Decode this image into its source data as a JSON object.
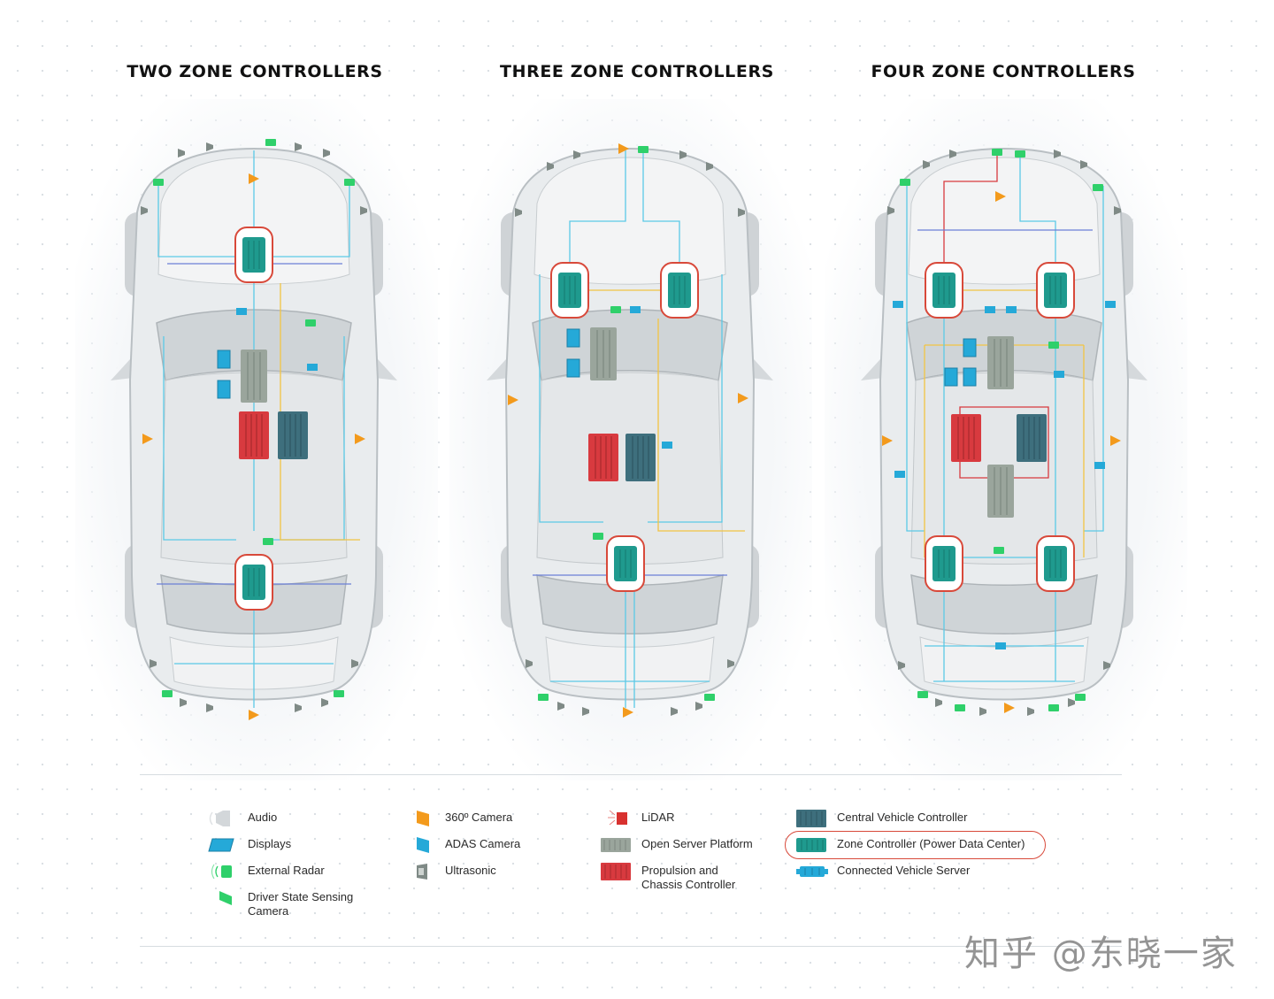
{
  "panels": [
    {
      "title": "TWO ZONE CONTROLLERS",
      "zone_count": 2
    },
    {
      "title": "THREE ZONE CONTROLLERS",
      "zone_count": 3
    },
    {
      "title": "FOUR ZONE CONTROLLERS",
      "zone_count": 4
    }
  ],
  "legend": {
    "col1": [
      {
        "label": "Audio",
        "icon": "audio-icon"
      },
      {
        "label": "Displays",
        "icon": "display-icon"
      },
      {
        "label": "External Radar",
        "icon": "radar-icon"
      },
      {
        "label": "Driver State Sensing\nCamera",
        "icon": "driver-camera-icon"
      }
    ],
    "col2": [
      {
        "label": "360º Camera",
        "icon": "camera-360-icon"
      },
      {
        "label": "ADAS Camera",
        "icon": "adas-camera-icon"
      },
      {
        "label": "Ultrasonic",
        "icon": "ultrasonic-icon"
      }
    ],
    "col3": [
      {
        "label": "LiDAR",
        "icon": "lidar-icon"
      },
      {
        "label": "Open Server Platform",
        "icon": "server-platform-icon"
      },
      {
        "label": "Propulsion and\nChassis Controller",
        "icon": "propulsion-controller-icon"
      }
    ],
    "col4": [
      {
        "label": "Central Vehicle Controller",
        "icon": "central-controller-icon"
      },
      {
        "label": "Zone Controller (Power Data Center)",
        "icon": "zone-controller-icon"
      },
      {
        "label": "Connected Vehicle Server",
        "icon": "connected-server-icon"
      }
    ]
  },
  "watermark": "知乎 @东晓一家",
  "colors": {
    "zone": "#1f9a8e",
    "central": "#3e6f7d",
    "propulsion": "#d83a3f",
    "server": "#9aa59c",
    "adas": "#25a9d8",
    "radar": "#2fd06a",
    "camera360": "#f39a1c",
    "lidar": "#d8312f",
    "highlight": "#d8493a",
    "wire_cyan": "#5bc9e6",
    "wire_blue": "#6b7fd6",
    "wire_yellow": "#f2c443"
  }
}
